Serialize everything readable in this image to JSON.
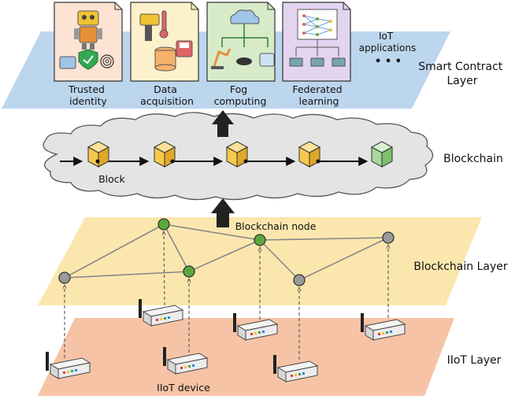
{
  "layers": {
    "smart_contract": [
      "Smart Contract",
      "Layer"
    ],
    "blockchain_cloud": "Blockchain",
    "blockchain_layer": "Blockchain Layer",
    "iiot_layer": "IIoT Layer"
  },
  "applications": [
    {
      "lines": [
        "Trusted",
        "identity"
      ],
      "color": "#fde3d4",
      "icon": "robot-shield-fingerprint-icon"
    },
    {
      "lines": [
        "Data",
        "acquisition"
      ],
      "color": "#fdf1cc",
      "icon": "scanner-database-icon"
    },
    {
      "lines": [
        "Fog",
        "computing"
      ],
      "color": "#d8ebc9",
      "icon": "cloud-devices-icon"
    },
    {
      "lines": [
        "Federated",
        "learning"
      ],
      "color": "#e3d5f0",
      "icon": "neural-network-icon"
    }
  ],
  "iot_applications": [
    "IoT",
    "applications"
  ],
  "ellipsis": "• • •",
  "labels": {
    "block": "Block",
    "blockchain_node": "Blockchain node",
    "iiot_device": "IIoT device"
  },
  "colors": {
    "smart_contract_plane": "#bcd6ee",
    "blockchain_plane": "#fbe7ad",
    "iiot_plane": "#f7c3a6",
    "cloud": "#e4e4e4",
    "block_yellow": "#f6c94e",
    "block_green": "#a8d89a",
    "node_green": "#5aa83d",
    "node_gray": "#9a9a9a"
  }
}
